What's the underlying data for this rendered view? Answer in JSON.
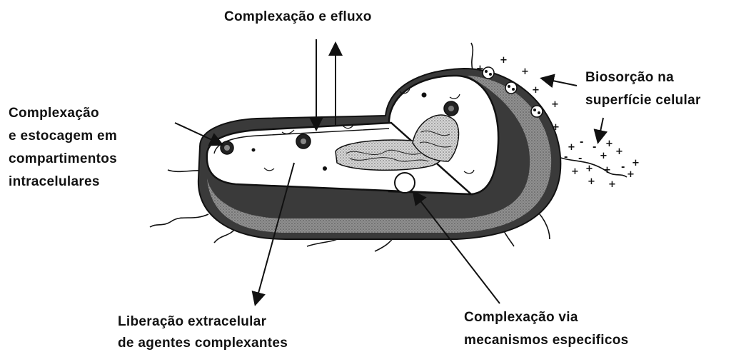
{
  "labels": {
    "efflux": [
      "Complexação e efluxo"
    ],
    "intracellular": [
      "Complexação",
      "e estocagem em",
      "compartimentos",
      "intracelulares"
    ],
    "surface": [
      "Biosorção na",
      "superfície celular"
    ],
    "release": [
      "Liberação extracelular",
      "de agentes complexantes"
    ],
    "specific": [
      "Complexação via",
      "mecanismos especificos"
    ]
  },
  "colors": {
    "ink": "#111111",
    "membrane_shade": "#3a3a3a",
    "inner_shade": "#c9c9c9",
    "background": "#ffffff"
  }
}
